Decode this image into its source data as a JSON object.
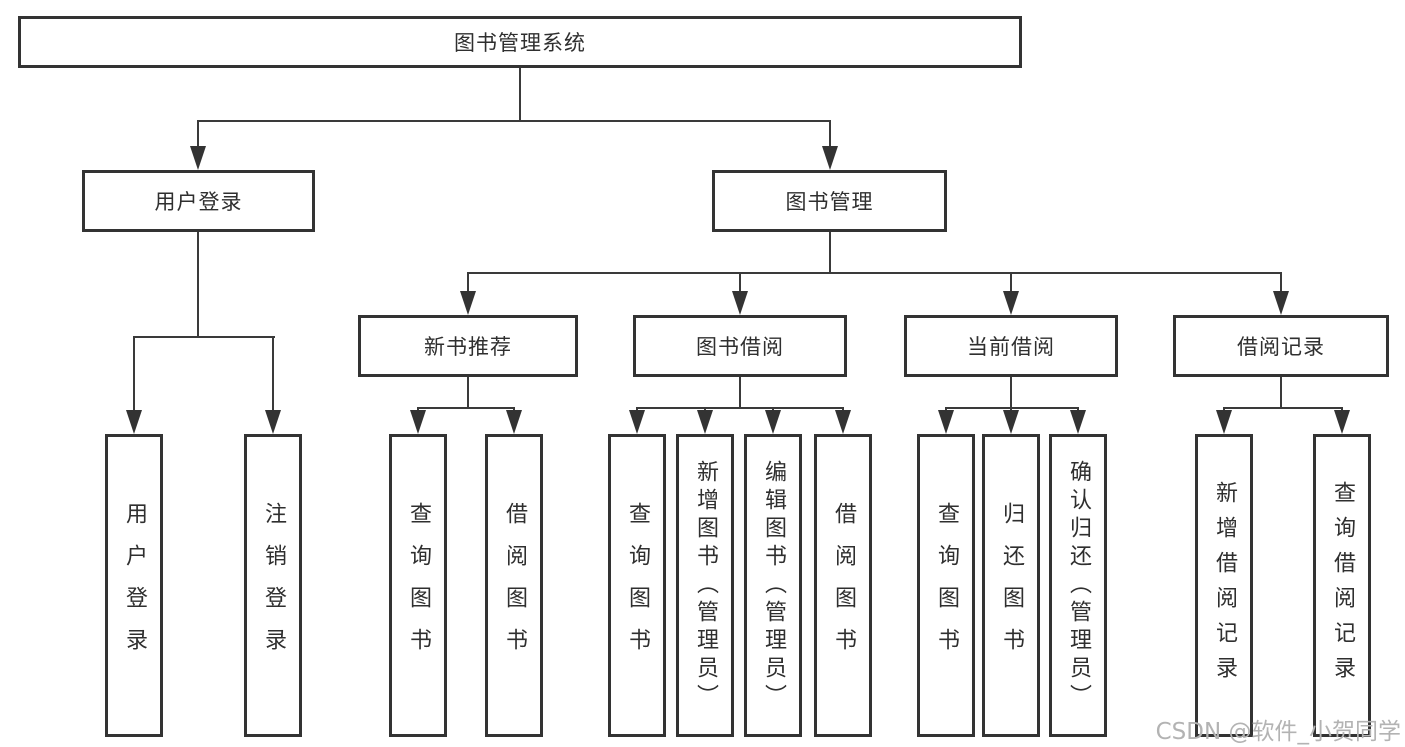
{
  "root": {
    "label": "图书管理系统"
  },
  "level2": {
    "user_login": {
      "label": "用户登录"
    },
    "book_management": {
      "label": "图书管理"
    }
  },
  "level3": {
    "new_book_recommend": {
      "label": "新书推荐",
      "parent": "图书管理"
    },
    "book_borrow": {
      "label": "图书借阅",
      "parent": "图书管理"
    },
    "current_borrow": {
      "label": "当前借阅",
      "parent": "图书管理"
    },
    "borrow_records": {
      "label": "借阅记录",
      "parent": "图书管理"
    }
  },
  "leaves": [
    {
      "label": "用户登录",
      "parent": "用户登录"
    },
    {
      "label": "注销登录",
      "parent": "用户登录"
    },
    {
      "label": "查询图书",
      "parent": "新书推荐"
    },
    {
      "label": "借阅图书",
      "parent": "新书推荐"
    },
    {
      "label": "查询图书",
      "parent": "图书借阅"
    },
    {
      "label": "新增图书（管理员）",
      "parent": "图书借阅"
    },
    {
      "label": "编辑图书（管理员）",
      "parent": "图书借阅"
    },
    {
      "label": "借阅图书",
      "parent": "图书借阅"
    },
    {
      "label": "查询图书",
      "parent": "当前借阅"
    },
    {
      "label": "归还图书",
      "parent": "当前借阅"
    },
    {
      "label": "确认归还（管理员）",
      "parent": "当前借阅"
    },
    {
      "label": "新增借阅记录",
      "parent": "借阅记录"
    },
    {
      "label": "查询借阅记录",
      "parent": "借阅记录"
    }
  ],
  "watermark": "CSDN @软件_小贺同学",
  "colors": {
    "line": "#333333",
    "text": "#2f2f2f",
    "watermark": "#b3b3b3",
    "background": "#ffffff"
  }
}
